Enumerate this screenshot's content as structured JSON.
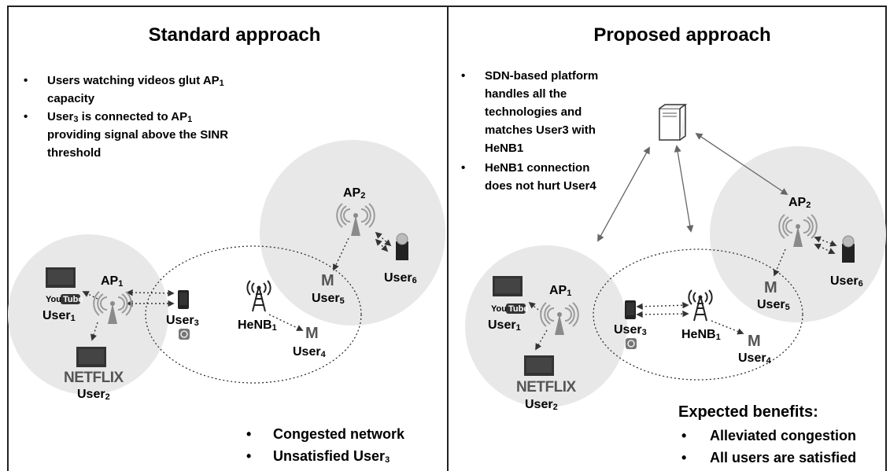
{
  "left": {
    "title": "Standard approach",
    "bullets": [
      {
        "lines": [
          [
            "Users watching videos glut AP",
            "1"
          ],
          [
            "capacity",
            ""
          ]
        ]
      },
      {
        "lines": [
          [
            "User",
            "3",
            " is connected to AP",
            "1"
          ],
          [
            "providing signal above the SINR",
            ""
          ],
          [
            "threshold",
            ""
          ]
        ]
      }
    ],
    "outcomes": [
      "Congested network",
      [
        "Unsatisfied User",
        "3"
      ]
    ]
  },
  "right": {
    "title": "Proposed approach",
    "bullets": [
      {
        "lines": [
          "SDN-based platform",
          "handles all the",
          "technologies and",
          "matches User3 with",
          "HeNB1"
        ]
      },
      {
        "lines": [
          "HeNB1 connection",
          "does not hurt User4"
        ]
      }
    ],
    "benefits_title": "Expected benefits:",
    "benefits": [
      "Alleviated congestion",
      "All users are satisfied"
    ]
  },
  "nodes": {
    "ap1": [
      "AP",
      "1"
    ],
    "ap2": [
      "AP",
      "2"
    ],
    "henb1": [
      "HeNB",
      "1"
    ],
    "user1": [
      "User",
      "1"
    ],
    "user2": [
      "User",
      "2"
    ],
    "user3": [
      "User",
      "3"
    ],
    "user4": [
      "User",
      "4"
    ],
    "user5": [
      "User",
      "5"
    ],
    "user6": [
      "User",
      "6"
    ]
  },
  "logos": {
    "youtube": [
      "You",
      "Tube"
    ],
    "netflix": "NETFLIX",
    "gmail": "M"
  },
  "icons": [
    "tv-icon",
    "phone-icon",
    "wifi-antenna-icon",
    "cell-tower-icon",
    "gmail-icon",
    "skype-icon",
    "viber-icon",
    "server-icon"
  ]
}
